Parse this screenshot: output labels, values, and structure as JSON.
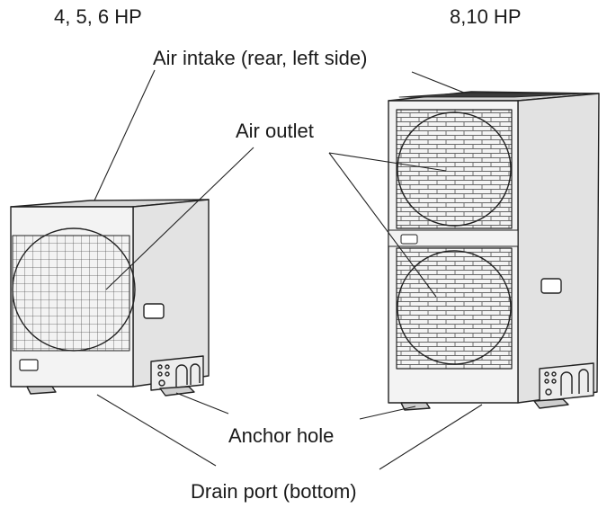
{
  "headings": {
    "small_unit": "4, 5, 6 HP",
    "large_unit": "8,10 HP"
  },
  "callouts": {
    "air_intake": "Air intake (rear, left side)",
    "air_outlet": "Air outlet",
    "anchor_hole": "Anchor hole",
    "drain_port": "Drain port (bottom)"
  },
  "colors": {
    "line": "#222222",
    "panel": "#f2f2f2",
    "side": "#e2e2e2",
    "top": "#d6d6d6",
    "top_dark": "#3a3a3a",
    "grille": "#555555"
  }
}
